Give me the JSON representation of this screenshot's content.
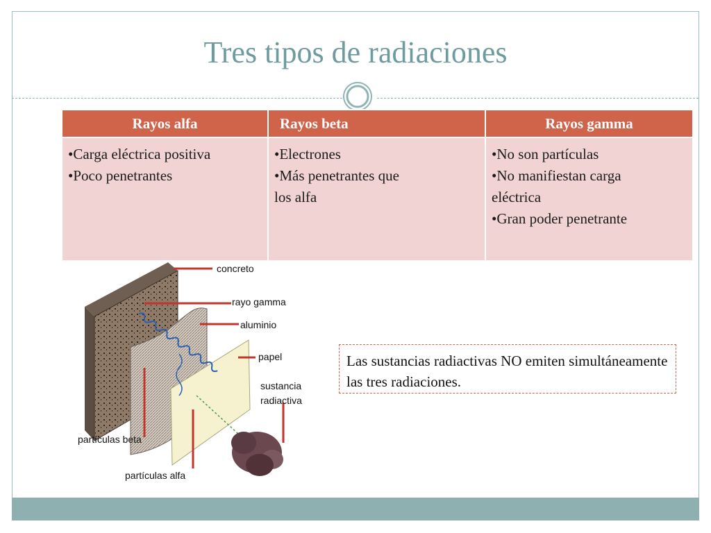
{
  "slide": {
    "title": "Tres tipos de radiaciones"
  },
  "table": {
    "headers": [
      "Rayos alfa",
      "Rayos beta",
      "Rayos gamma"
    ],
    "columns": [
      [
        "•Carga eléctrica positiva",
        "•Poco penetrantes"
      ],
      [
        "•Electrones",
        "•Más penetrantes que",
        "los alfa"
      ],
      [
        "•No son partículas",
        "•No manifiestan carga",
        "eléctrica",
        "•Gran poder penetrante"
      ]
    ]
  },
  "diagram": {
    "labels": {
      "concreto": "concreto",
      "rayo_gamma": "rayo gamma",
      "aluminio": "aluminio",
      "papel": "papel",
      "sustancia_1": "sustancia",
      "sustancia_2": "radiactiva",
      "particulas_beta": "partículas beta",
      "particulas_alfa": "partículas alfa"
    }
  },
  "note": {
    "text": "Las sustancias radiactivas NO emiten simultáneamente las tres radiaciones."
  },
  "colors": {
    "accent": "#d0644b",
    "cell_bg": "#f0d3d2",
    "title": "#6e9b9e",
    "footer": "#8fb0b1"
  }
}
